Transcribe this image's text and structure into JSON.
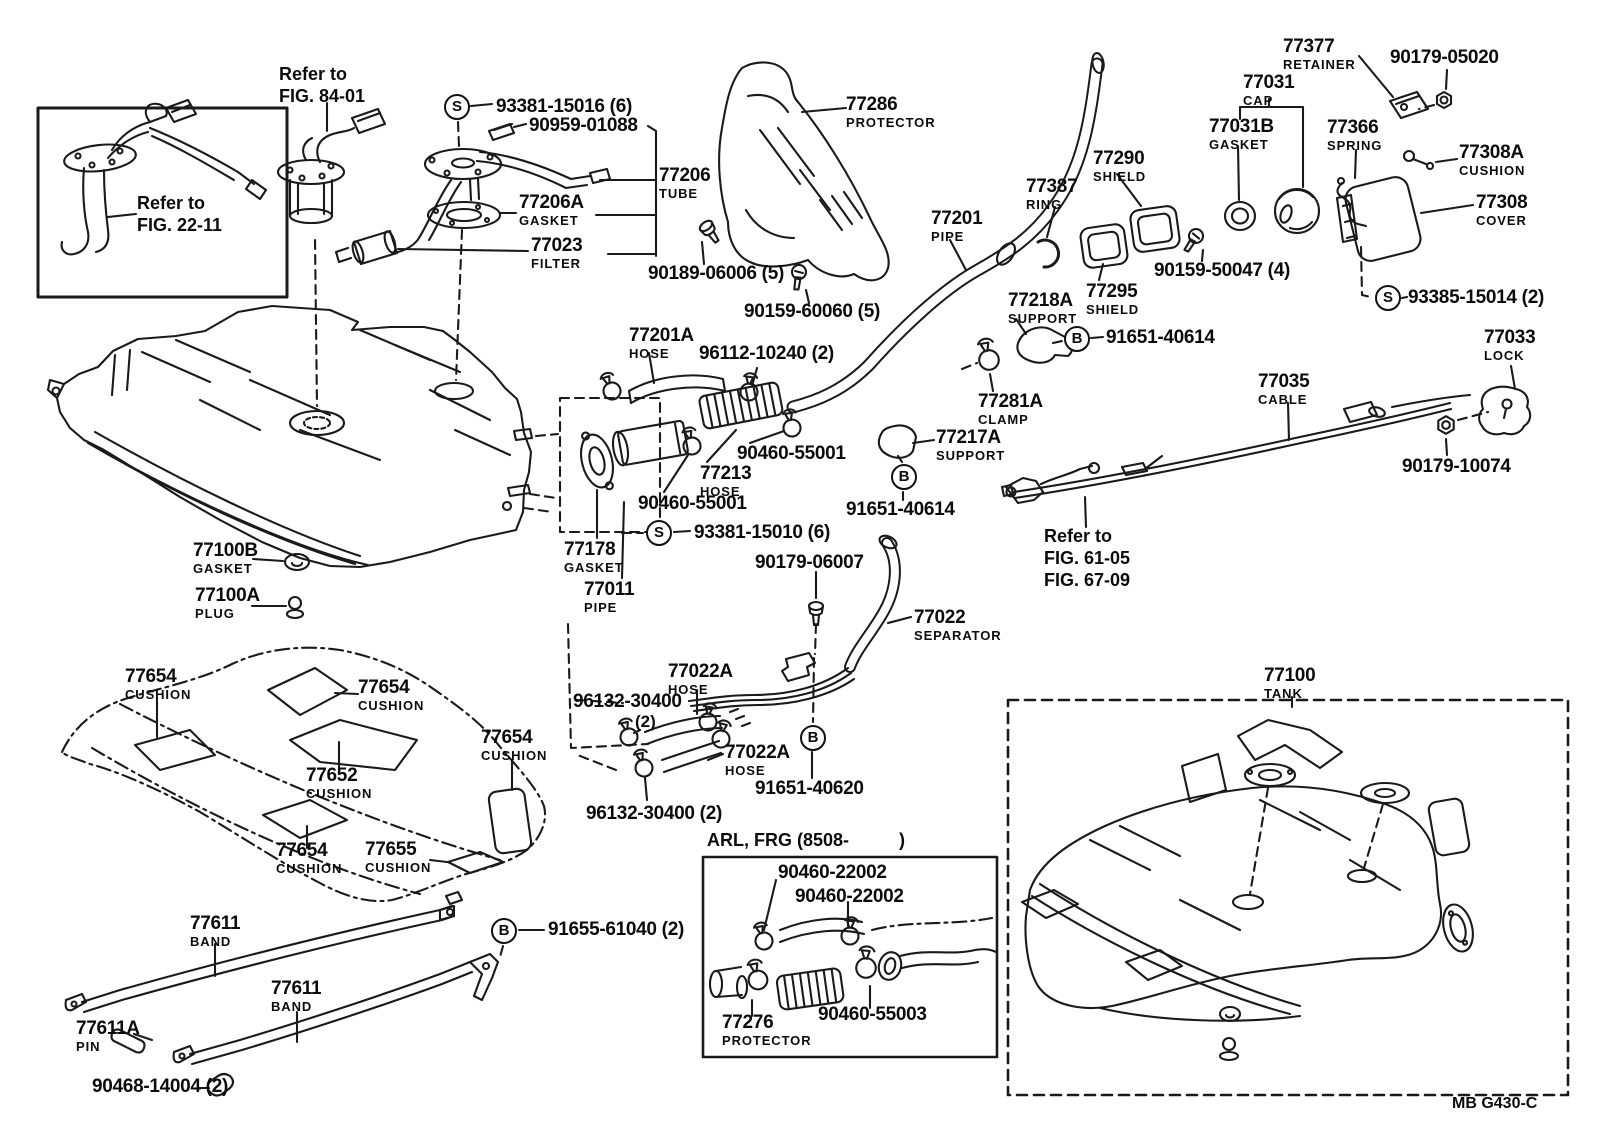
{
  "fasteners": {
    "s": "S",
    "b": "B"
  },
  "notes": {
    "fig84": {
      "l1": "Refer to",
      "l2": "FIG. 84-01"
    },
    "fig22": {
      "l1": "Refer to",
      "l2": "FIG. 22-11"
    },
    "fig61": {
      "l1": "Refer to",
      "l2": "FIG. 61-05",
      "l3": "FIG. 67-09"
    },
    "arl": "ARL, FRG (8508-          )"
  },
  "footer": {
    "code": "MB G430-C"
  },
  "parts": {
    "s93381_15016": {
      "num": "93381-15016 (6)"
    },
    "n90959_01088": {
      "num": "90959-01088"
    },
    "p77206": {
      "num": "77206",
      "name": "TUBE"
    },
    "p77206a": {
      "num": "77206A",
      "name": "GASKET"
    },
    "p77023": {
      "num": "77023",
      "name": "FILTER"
    },
    "n90189_06006": {
      "num": "90189-06006 (5)"
    },
    "p77286": {
      "num": "77286",
      "name": "PROTECTOR"
    },
    "n90159_60060": {
      "num": "90159-60060 (5)"
    },
    "p77201": {
      "num": "77201",
      "name": "PIPE"
    },
    "p77387": {
      "num": "77387",
      "name": "RING"
    },
    "p77290": {
      "num": "77290",
      "name": "SHIELD"
    },
    "p77031": {
      "num": "77031",
      "name": "CAP"
    },
    "p77031b": {
      "num": "77031B",
      "name": "GASKET"
    },
    "p77377": {
      "num": "77377",
      "name": "RETAINER"
    },
    "n90179_05020": {
      "num": "90179-05020"
    },
    "p77366": {
      "num": "77366",
      "name": "SPRING"
    },
    "p77308a": {
      "num": "77308A",
      "name": "CUSHION"
    },
    "p77308": {
      "num": "77308",
      "name": "COVER"
    },
    "n90159_50047": {
      "num": "90159-50047 (4)"
    },
    "p77295": {
      "num": "77295",
      "name": "SHIELD"
    },
    "s93385_15014": {
      "num": "93385-15014 (2)"
    },
    "p77201a": {
      "num": "77201A",
      "name": "HOSE"
    },
    "n96112_10240": {
      "num": "96112-10240 (2)"
    },
    "n90460_55001a": {
      "num": "90460-55001"
    },
    "p77213": {
      "num": "77213",
      "name": "HOSE"
    },
    "n90460_55001b": {
      "num": "90460-55001"
    },
    "s93381_15010": {
      "num": "93381-15010 (6)"
    },
    "p77178": {
      "num": "77178",
      "name": "GASKET"
    },
    "p77011": {
      "num": "77011",
      "name": "PIPE"
    },
    "n90179_06007": {
      "num": "90179-06007"
    },
    "p77217a": {
      "num": "77217A",
      "name": "SUPPORT"
    },
    "p77281a": {
      "num": "77281A",
      "name": "CLAMP"
    },
    "p77218a": {
      "num": "77218A",
      "name": "SUPPORT"
    },
    "b91651_40614a": {
      "num": "91651-40614"
    },
    "b91651_40614b": {
      "num": "91651-40614"
    },
    "p77035": {
      "num": "77035",
      "name": "CABLE"
    },
    "p77033": {
      "num": "77033",
      "name": "LOCK"
    },
    "n90179_10074": {
      "num": "90179-10074"
    },
    "p77022": {
      "num": "77022",
      "name": "SEPARATOR"
    },
    "p77100b": {
      "num": "77100B",
      "name": "GASKET"
    },
    "p77100a": {
      "num": "77100A",
      "name": "PLUG"
    },
    "p77654a": {
      "num": "77654",
      "name": "CUSHION"
    },
    "p77654b": {
      "num": "77654",
      "name": "CUSHION"
    },
    "p77654c": {
      "num": "77654",
      "name": "CUSHION"
    },
    "p77652": {
      "num": "77652",
      "name": "CUSHION"
    },
    "p77654d": {
      "num": "77654",
      "name": "CUSHION"
    },
    "p77655": {
      "num": "77655",
      "name": "CUSHION"
    },
    "p77022a_1": {
      "num": "77022A",
      "name": "HOSE"
    },
    "n96132_30400a": {
      "num": "96132-30400",
      "qty": "(2)"
    },
    "p77022a_2": {
      "num": "77022A",
      "name": "HOSE"
    },
    "b91651_40620": {
      "num": "91651-40620"
    },
    "n96132_30400b": {
      "num": "96132-30400 (2)"
    },
    "p77611a_label": {
      "num": "77611",
      "name": "BAND"
    },
    "b91655_61040": {
      "num": "91655-61040 (2)"
    },
    "p77611b_label": {
      "num": "77611",
      "name": "BAND"
    },
    "p77611pin": {
      "num": "77611A",
      "name": "PIN"
    },
    "n90468_14004": {
      "num": "90468-14004 (2)"
    },
    "n90460_22002a": {
      "num": "90460-22002"
    },
    "n90460_22002b": {
      "num": "90460-22002"
    },
    "n90460_55003": {
      "num": "90460-55003"
    },
    "p77276": {
      "num": "77276",
      "name": "PROTECTOR"
    },
    "p77100": {
      "num": "77100",
      "name": "TANK"
    }
  }
}
